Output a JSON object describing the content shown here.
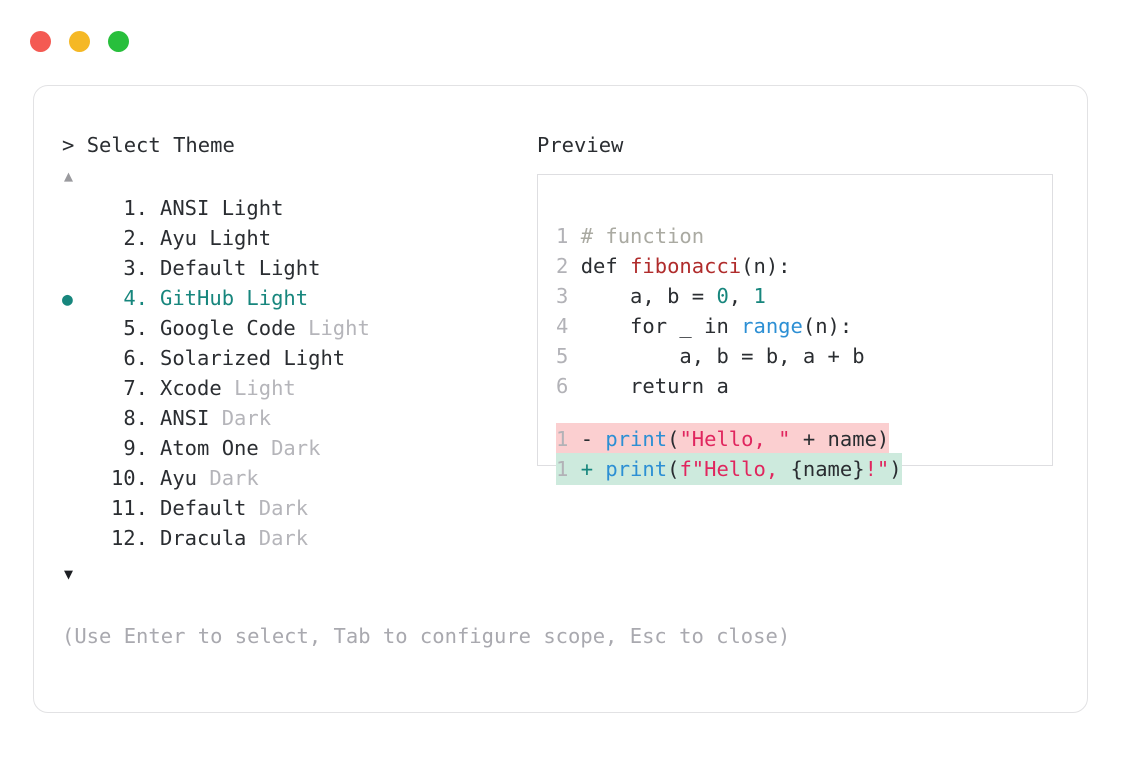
{
  "window": {
    "buttons": [
      {
        "name": "close",
        "color": "#f45a53"
      },
      {
        "name": "minimize",
        "color": "#f5b825"
      },
      {
        "name": "maximize",
        "color": "#28bf3c"
      }
    ]
  },
  "colors": {
    "accent_teal": "#17867d",
    "text": "#2a2d31",
    "dim": "#b5b5ba",
    "hint": "#a9a9af",
    "diff_del_bg": "#fbcfd0",
    "diff_add_bg": "#cdeadd",
    "border": "#e2e2e4"
  },
  "prompt": {
    "marker": ">",
    "title": "Select Theme"
  },
  "preview": {
    "title": "Preview"
  },
  "scroll": {
    "up_glyph": "▲",
    "down_glyph": "▼"
  },
  "themes": [
    {
      "num": "1.",
      "bullet": "",
      "name": "ANSI",
      "variant": "Light",
      "dim": false,
      "selected": false
    },
    {
      "num": "2.",
      "bullet": "",
      "name": "Ayu",
      "variant": "Light",
      "dim": false,
      "selected": false
    },
    {
      "num": "3.",
      "bullet": "",
      "name": "Default",
      "variant": "Light",
      "dim": false,
      "selected": false
    },
    {
      "num": "4.",
      "bullet": "●",
      "name": "GitHub",
      "variant": "Light",
      "dim": false,
      "selected": true
    },
    {
      "num": "5.",
      "bullet": "",
      "name": "Google Code",
      "variant": "Light",
      "dim": true,
      "selected": false
    },
    {
      "num": "6.",
      "bullet": "",
      "name": "Solarized",
      "variant": "Light",
      "dim": false,
      "selected": false
    },
    {
      "num": "7.",
      "bullet": "",
      "name": "Xcode",
      "variant": "Light",
      "dim": true,
      "selected": false
    },
    {
      "num": "8.",
      "bullet": "",
      "name": "ANSI",
      "variant": "Dark",
      "dim": true,
      "selected": false
    },
    {
      "num": "9.",
      "bullet": "",
      "name": "Atom One",
      "variant": "Dark",
      "dim": true,
      "selected": false
    },
    {
      "num": "10.",
      "bullet": "",
      "name": "Ayu",
      "variant": "Dark",
      "dim": true,
      "selected": false
    },
    {
      "num": "11.",
      "bullet": "",
      "name": "Default",
      "variant": "Dark",
      "dim": true,
      "selected": false
    },
    {
      "num": "12.",
      "bullet": "",
      "name": "Dracula",
      "variant": "Dark",
      "dim": true,
      "selected": false
    }
  ],
  "code_preview": {
    "lines": [
      {
        "ln": "1",
        "tokens": [
          {
            "t": "# function",
            "c": "comment"
          }
        ]
      },
      {
        "ln": "2",
        "tokens": [
          {
            "t": "def ",
            "c": "kw"
          },
          {
            "t": "fibonacci",
            "c": "fn"
          },
          {
            "t": "(n):",
            "c": "plain"
          }
        ]
      },
      {
        "ln": "3",
        "tokens": [
          {
            "t": "    a, b = ",
            "c": "plain"
          },
          {
            "t": "0",
            "c": "num"
          },
          {
            "t": ", ",
            "c": "plain"
          },
          {
            "t": "1",
            "c": "num"
          }
        ]
      },
      {
        "ln": "4",
        "tokens": [
          {
            "t": "    for _ in ",
            "c": "plain"
          },
          {
            "t": "range",
            "c": "builtin"
          },
          {
            "t": "(n):",
            "c": "plain"
          }
        ]
      },
      {
        "ln": "5",
        "tokens": [
          {
            "t": "        a, b = b, a + b",
            "c": "plain"
          }
        ]
      },
      {
        "ln": "6",
        "tokens": [
          {
            "t": "    return a",
            "c": "plain"
          }
        ]
      }
    ],
    "diff": [
      {
        "ln": "1",
        "sign": "-",
        "kind": "del",
        "tokens": [
          {
            "t": "print",
            "c": "builtin"
          },
          {
            "t": "(",
            "c": "plain"
          },
          {
            "t": "\"Hello, \"",
            "c": "str"
          },
          {
            "t": " + name)",
            "c": "plain"
          }
        ]
      },
      {
        "ln": "1",
        "sign": "+",
        "kind": "add",
        "tokens": [
          {
            "t": "print",
            "c": "builtin"
          },
          {
            "t": "(",
            "c": "plain"
          },
          {
            "t": "f\"Hello, ",
            "c": "str"
          },
          {
            "t": "{name}",
            "c": "plain"
          },
          {
            "t": "!\"",
            "c": "str"
          },
          {
            "t": ")",
            "c": "plain"
          }
        ]
      }
    ]
  },
  "footer": {
    "hint": "(Use Enter to select, Tab to configure scope, Esc to close)"
  }
}
